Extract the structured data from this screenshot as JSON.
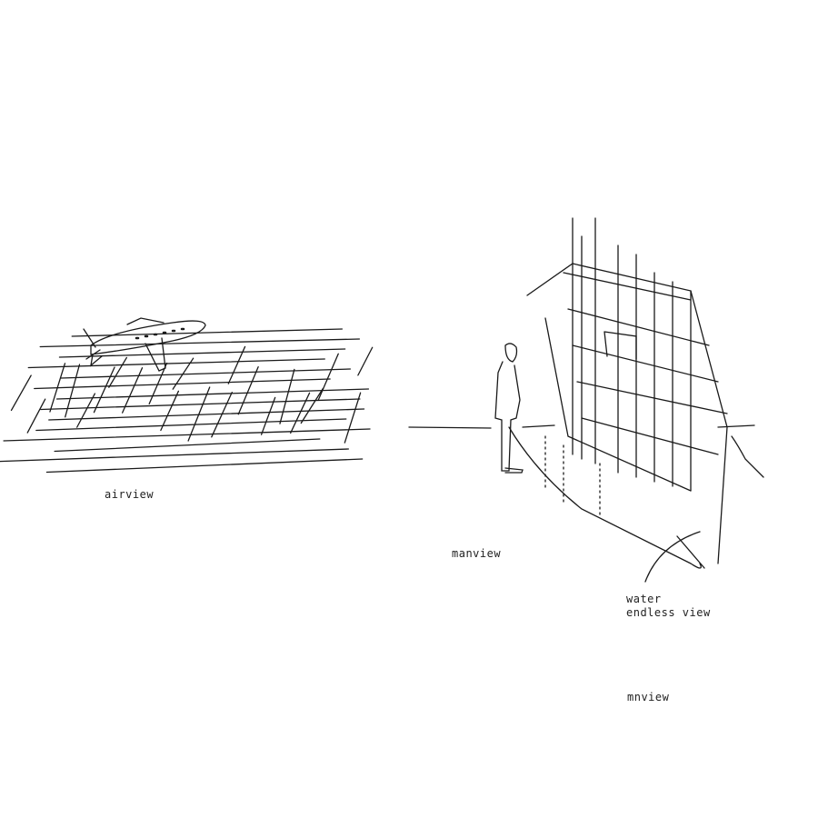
{
  "labels": {
    "airview": "airview",
    "manview": "manview",
    "water_line1": "water",
    "water_line2": "endless view",
    "mnview": "mnview"
  },
  "colors": {
    "ink": "#1a1a1a",
    "paper": "#ffffff"
  }
}
